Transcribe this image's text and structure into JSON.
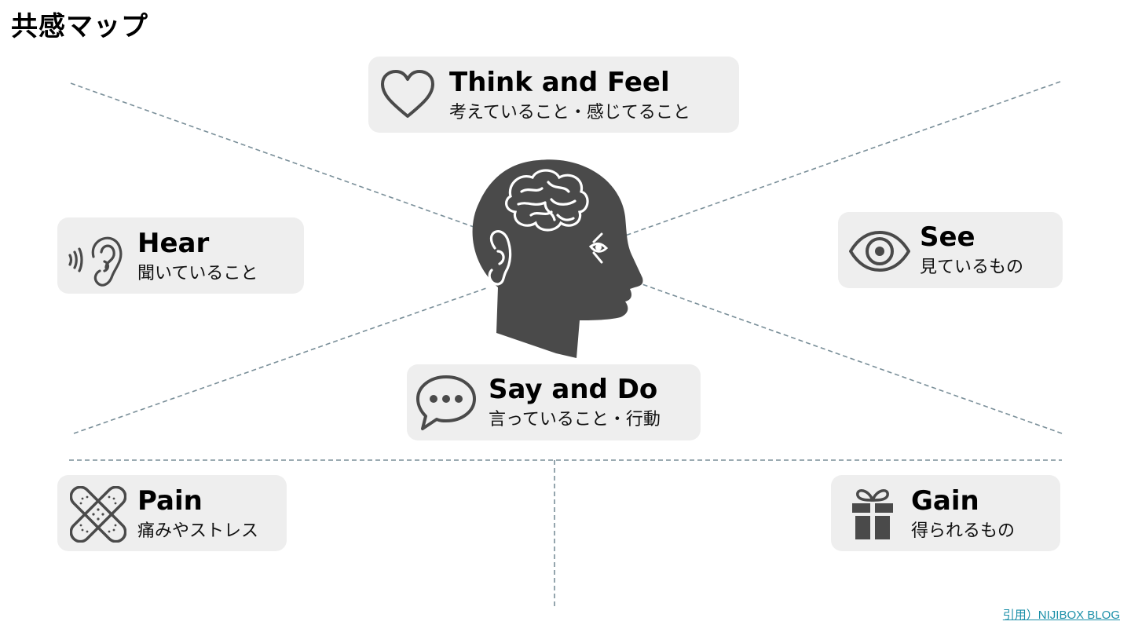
{
  "page": {
    "title": "共感マップ",
    "credit": "引用）NIJIBOX BLOG"
  },
  "quadrants": {
    "think_feel": {
      "en": "Think and Feel",
      "jp": "考えていること・感じてること",
      "icon": "heart-icon"
    },
    "hear": {
      "en": "Hear",
      "jp": "聞いていること",
      "icon": "ear-icon"
    },
    "see": {
      "en": "See",
      "jp": "見ているもの",
      "icon": "eye-icon"
    },
    "say_do": {
      "en": "Say and Do",
      "jp": "言っていること・行動",
      "icon": "speech-bubble-icon"
    },
    "pain": {
      "en": "Pain",
      "jp": "痛みやストレス",
      "icon": "bandage-icon"
    },
    "gain": {
      "en": "Gain",
      "jp": "得られるもの",
      "icon": "gift-icon"
    }
  },
  "colors": {
    "card_bg": "#eeeeee",
    "icon": "#4a4a4a",
    "line": "#7a8f99",
    "credit_link": "#1a8fa8"
  }
}
